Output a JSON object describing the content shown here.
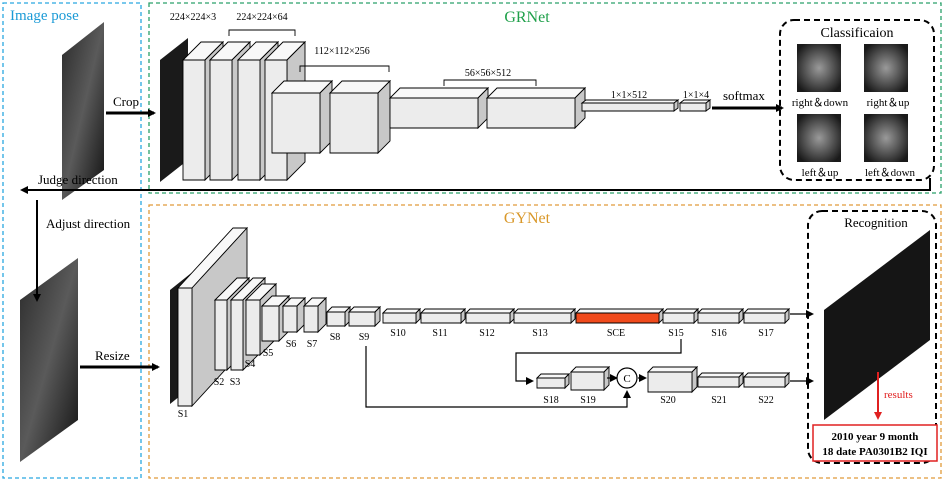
{
  "sections": {
    "image_pose": "Image pose",
    "grnet": "GRNet",
    "gynet": "GYNet"
  },
  "colors": {
    "image_pose_border": "#29a8e0",
    "grnet_border": "#2aa06a",
    "grnet_title": "#1fa04a",
    "gynet_border": "#e09a3a",
    "gynet_title": "#d9982a",
    "sce_fill": "#f04a1c",
    "results_red": "#e02020",
    "block_face": "#ececec",
    "block_top": "#f8f8f8",
    "block_side": "#c8c8c8"
  },
  "left_labels": {
    "crop": "Crop",
    "judge_direction": "Judge direction",
    "adjust_direction": "Adjust direction",
    "resize": "Resize"
  },
  "grnet": {
    "dims": [
      "224×224×3",
      "224×224×64",
      "112×112×256",
      "56×56×512",
      "1×1×512",
      "1×1×4"
    ],
    "softmax": "softmax",
    "classification": {
      "title": "Classificaion",
      "labels": [
        "right＆down",
        "right＆up",
        "left＆up",
        "left＆down"
      ]
    }
  },
  "gynet": {
    "stages_top": [
      "S1",
      "S2",
      "S3",
      "S4",
      "S5",
      "S6",
      "S7",
      "S8",
      "S9",
      "S10",
      "S11",
      "S12",
      "S13",
      "SCE",
      "S15",
      "S16",
      "S17"
    ],
    "stages_bottom": [
      "S18",
      "S19",
      "C",
      "S20",
      "S21",
      "S22"
    ],
    "recognition": {
      "title": "Recognition",
      "results_label": "results",
      "result_lines": [
        "2010 year 9 month",
        "18 date PA0301B2 IQI"
      ]
    }
  }
}
